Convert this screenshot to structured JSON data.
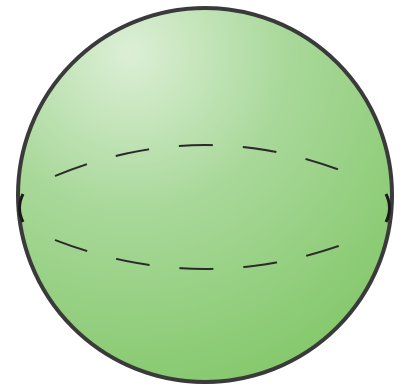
{
  "figure": {
    "shape": "sphere",
    "colors": {
      "background": "#ffffff",
      "fill_light": "#d9edd2",
      "fill_mid": "#a9d99a",
      "fill_dark": "#86c96d",
      "outline": "#3a3a3a",
      "dash": "#2a2a2a"
    },
    "features": {
      "equatorial_dashed_curves": 2,
      "side_bracket_marks": 2
    }
  }
}
